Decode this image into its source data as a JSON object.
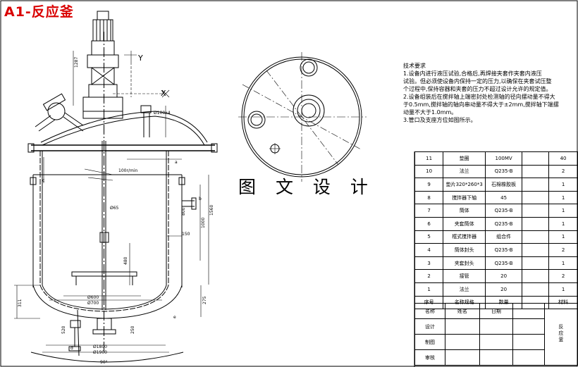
{
  "title": "A1-反应釜",
  "stamp_text": "图 文 设 计",
  "tech_requirements": {
    "heading": "技术要求",
    "lines": [
      "1.设备内进行液压试验,合格后,再焊接夹套作夹套内液压",
      "试验。但必须使设备内保持一定的压力,以确保在夹套试压整",
      "个过程中,保持容器和夹套的压力不超过设计允许的规定值。",
      "2.设备组装后在搅拌轴上端密封处检测轴的径向摆动量不得大",
      "于0.5mm,搅拌轴的轴向串动量不得大于±2mm,搅拌轴下端摆",
      "动量不大于1.0mm。",
      "3.管口及支座方位如图所示。"
    ]
  },
  "bom": {
    "rows": [
      [
        "11",
        "垫圈",
        "100MV",
        "",
        "40"
      ],
      [
        "10",
        "法兰",
        "Q235-B",
        "",
        "2"
      ],
      [
        "9",
        "垫片320*260*3",
        "石棉橡胶板",
        "",
        "1"
      ],
      [
        "8",
        "搅拌器下轴",
        "45",
        "",
        "1"
      ],
      [
        "7",
        "筒体",
        "Q235-B",
        "",
        "1"
      ],
      [
        "6",
        "夹套筒体",
        "Q235-B",
        "",
        "1"
      ],
      [
        "5",
        "框式搅拌器",
        "组合件",
        "",
        "1"
      ],
      [
        "4",
        "筒体封头",
        "Q235-B",
        "",
        "2"
      ],
      [
        "3",
        "夹套封头",
        "Q235-B",
        "",
        "1"
      ],
      [
        "2",
        "接管",
        "20",
        "",
        "2"
      ],
      [
        "1",
        "法兰",
        "20",
        "",
        "1"
      ]
    ],
    "header": [
      "序号",
      "名称规格",
      "数量",
      "",
      "材料"
    ]
  },
  "title_block": {
    "name_label": "名称",
    "sign_label": "姓名",
    "date_label": "日期",
    "design": "设计",
    "draw": "制图",
    "review": "审核",
    "drawing_name": "反应釜"
  },
  "dimensions": {
    "speed": "100r/min",
    "shaft_dia": "Ø65",
    "d1": "Ø600",
    "d2": "Ø700",
    "d3": "Ø1800",
    "d4": "Ø1900",
    "h1": "1560",
    "h2": "1000",
    "h3": "800",
    "h4": "480",
    "h5": "150",
    "h6": "275",
    "h7": "311",
    "h8": "520",
    "h9": "250",
    "top_h": "1287",
    "nozzle": "Ø100x4",
    "angle": "90°",
    "label_a": "a",
    "label_b": "b",
    "label_c": "c",
    "label_d": "d",
    "label_e": "e",
    "axis_x": "X",
    "axis_y": "Y"
  },
  "colors": {
    "title": "#d90000",
    "line": "#000000"
  }
}
